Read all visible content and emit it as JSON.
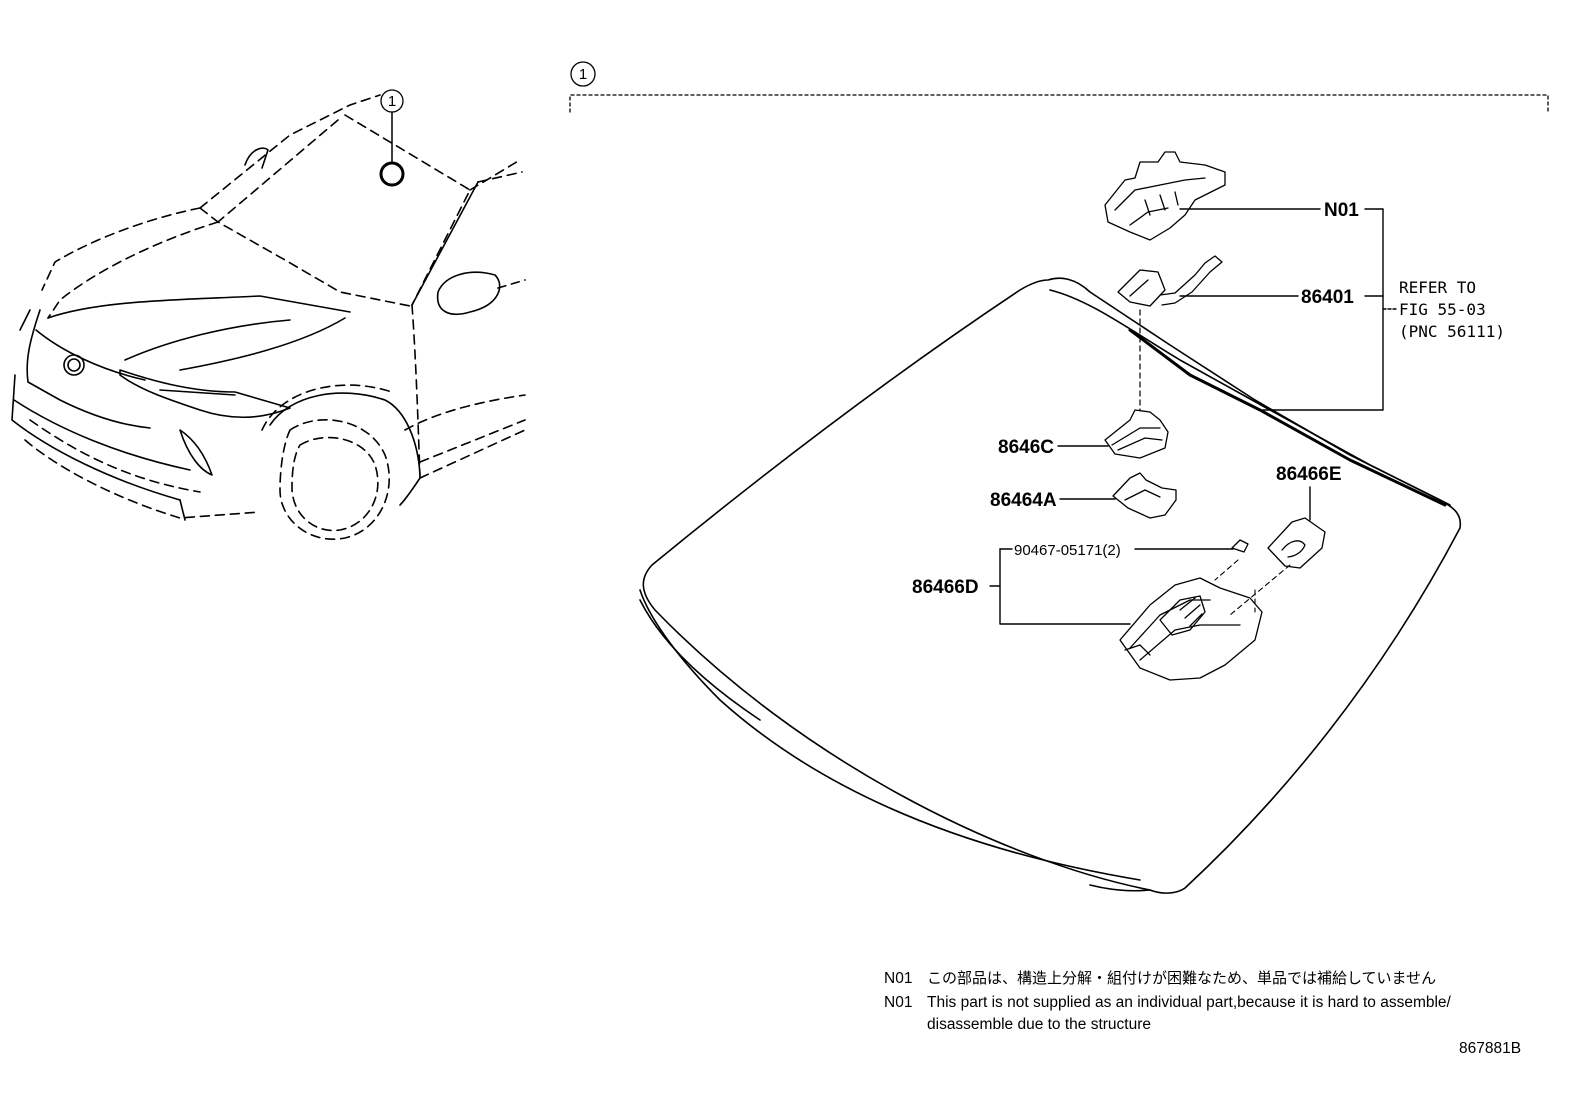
{
  "callout": "1",
  "parts": {
    "n01": "N01",
    "p86401": "86401",
    "p8646c": "8646C",
    "p86464a": "86464A",
    "p86466e": "86466E",
    "p86466d": "86466D",
    "bolt": "90467-05171(2)"
  },
  "refer": {
    "line1": "REFER TO",
    "line2": "FIG 55-03",
    "line3": "(PNC 56111)"
  },
  "notes": {
    "jp_code": "N01",
    "jp_text": "この部品は、構造上分解・組付けが困難なため、単品では補給していません",
    "en_code": "N01",
    "en_text_line1": "This part is not supplied as an individual part,because it is hard to assemble/",
    "en_text_line2": "disassemble due to the structure"
  },
  "figure_number": "867881B"
}
